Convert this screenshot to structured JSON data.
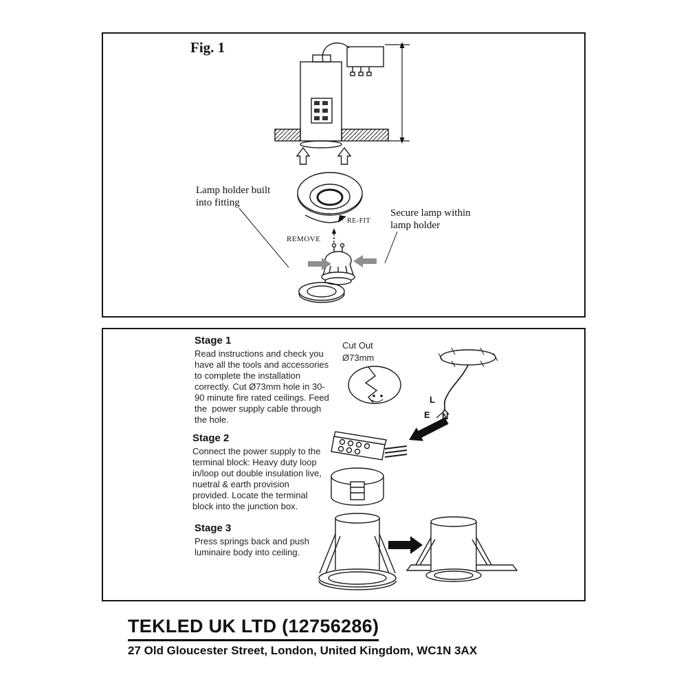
{
  "fig1": {
    "title": "Fig. 1",
    "note_lamp_holder": "Lamp holder built\ninto fitting",
    "note_secure_lamp": "Secure lamp within\nlamp holder",
    "refit_label": "RE-FIT",
    "remove_label": "REMOVE"
  },
  "install": {
    "stage1_title": "Stage 1",
    "stage1_body": "Read instructions and check you\nhave all the tools and accessories\nto complete the installation\ncorrectly. Cut Ø73mm hole in 30-\n90 minute fire rated ceilings. Feed\nthe  power supply cable through\nthe hole.",
    "cutout_label": "Cut Out\nØ73mm",
    "wire_l": "L",
    "wire_e": "E",
    "wire_n": "N",
    "stage2_title": "Stage 2",
    "stage2_body": "Connect the power supply to the\nterminal block: Heavy duty loop\nin/loop out double insulation live,\nnuetral & earth provision\nprovided. Locate the terminal\nblock into the junction box.",
    "stage3_title": "Stage 3",
    "stage3_body": "Press springs back and push\nluminaire body into ceiling."
  },
  "footer": {
    "company": "TEKLED UK LTD (12756286)",
    "address": "27 Old Gloucester Street, London, United Kingdom, WC1N 3AX"
  }
}
